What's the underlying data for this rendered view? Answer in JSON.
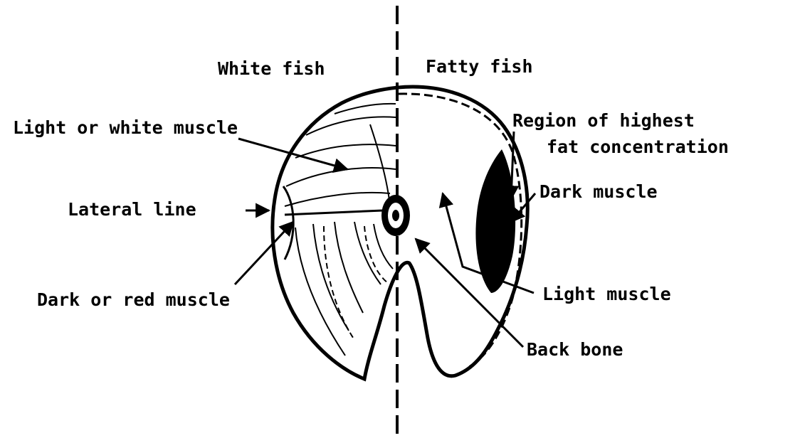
{
  "labels": {
    "white_fish": "White fish",
    "fatty_fish": "Fatty fish",
    "light_or_white_muscle": "Light or white muscle",
    "lateral_line": "Lateral line",
    "dark_or_red_muscle": "Dark or red muscle",
    "region_highest_fat_1": "Region of highest",
    "region_highest_fat_2": "fat concentration",
    "dark_muscle": "Dark muscle",
    "light_muscle": "Light muscle",
    "back_bone": "Back bone"
  },
  "colors": {
    "ink": "#000000",
    "background": "#ffffff"
  }
}
